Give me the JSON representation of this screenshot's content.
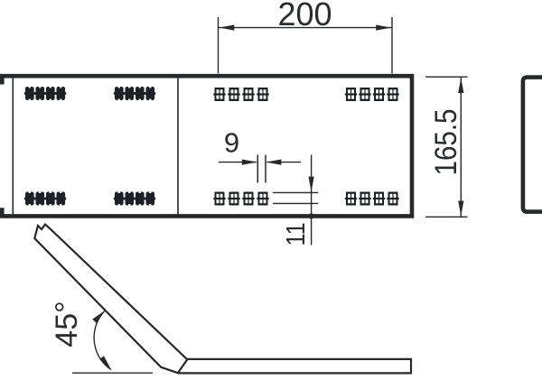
{
  "dimensions": {
    "top_width": "200",
    "side_height": "165.5",
    "slot_width": "9",
    "edge_distance": "11",
    "bend_angle": "45°"
  },
  "colors": {
    "line": "#26282a",
    "text": "#2a2c2f",
    "hole_fill": "#1d2024",
    "background": "#ffffff"
  }
}
